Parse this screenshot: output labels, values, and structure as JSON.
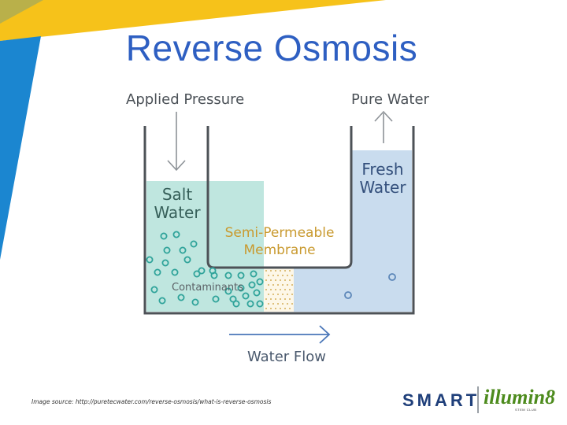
{
  "title": "Reverse Osmosis",
  "labels": {
    "applied_pressure": "Applied Pressure",
    "pure_water": "Pure Water",
    "salt_water": "Salt Water",
    "fresh_water": "Fresh Water",
    "semi_permeable_membrane": "Semi-Permeable Membrane",
    "contaminants": "Contaminants",
    "water_flow": "Water Flow"
  },
  "source": "Image source: http://puretecwater.com/reverse-osmosis/what-is-reverse-osmosis",
  "logo": {
    "smart": "SMART",
    "illumin8": "illumin8",
    "illumin8_sub": "STEM CLUB"
  },
  "colors": {
    "title": "#2e5fc2",
    "salt_water": "#bfe6df",
    "fresh_water": "#c9dcee",
    "membrane": "#c99a2f",
    "tank_outline": "#4d5257",
    "corner_blue": "#1b86d0",
    "corner_yellow": "#f6c21a"
  }
}
